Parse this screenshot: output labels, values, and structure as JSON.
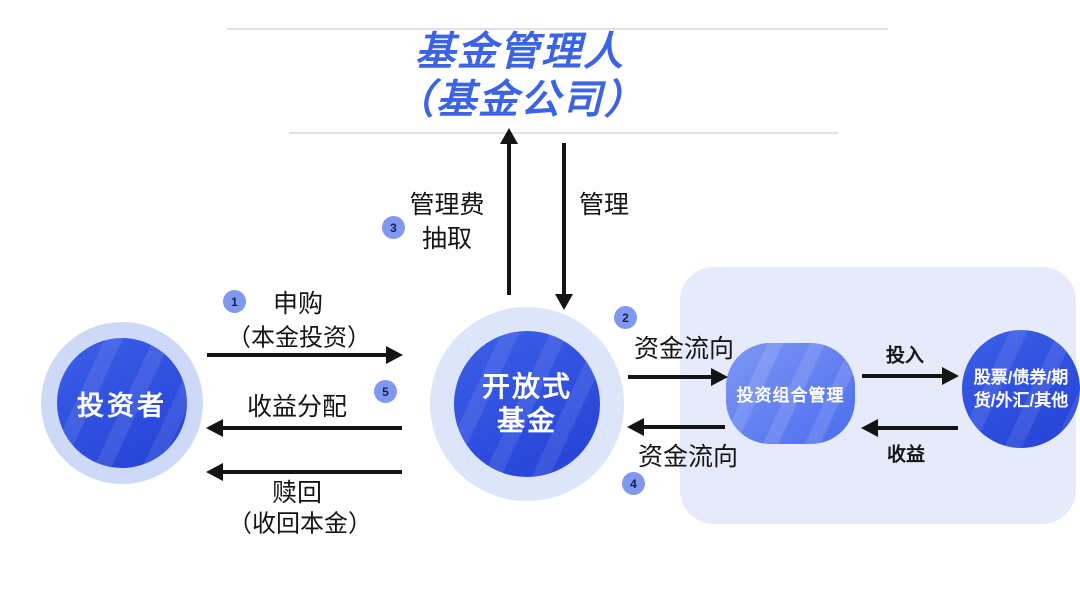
{
  "title": {
    "line1": "基金管理人",
    "line2": "（基金公司）"
  },
  "nodes": {
    "investor": {
      "label": "投资者"
    },
    "fund": {
      "line1": "开放式",
      "line2": "基金"
    },
    "portfolio": {
      "label": "投资组合管理"
    },
    "assets": {
      "line1": "股票/债券/期",
      "line2": "货/外汇/其他"
    }
  },
  "flows": {
    "subscribe": {
      "badge": "1",
      "label": "申购",
      "sublabel": "（本金投资）",
      "direction": "investor→fund"
    },
    "distribute": {
      "badge": "5",
      "label": "收益分配",
      "direction": "fund→investor"
    },
    "redeem": {
      "label": "赎回",
      "sublabel": "（收回本金）",
      "direction": "fund→investor"
    },
    "fee": {
      "badge": "3",
      "line1": "管理费",
      "line2": "抽取",
      "direction": "fund→manager"
    },
    "manage": {
      "label": "管理",
      "direction": "manager→fund"
    },
    "fund_out": {
      "badge": "2",
      "label": "资金流向",
      "direction": "fund→portfolio"
    },
    "fund_back": {
      "badge": "4",
      "label": "资金流向",
      "direction": "portfolio→fund"
    },
    "invest": {
      "label": "投入",
      "direction": "portfolio→assets"
    },
    "returns": {
      "label": "收益",
      "direction": "assets→portfolio"
    }
  },
  "colors": {
    "title_blue": "#3b63e4",
    "node_blue": "#3c5fe8",
    "node_blue_dark": "#2441d6",
    "halo_light": "#cdd9f6",
    "halo_lighter": "#dde5fa",
    "panel_lavender": "#e6eafb",
    "portfolio_blue": "#4b6cee",
    "portfolio_blue_light": "#7e97f4",
    "badge_bg": "#7e99ef",
    "badge_text": "#16204e",
    "arrow_black": "#141414",
    "divider_gray": "#e2e2e2"
  }
}
